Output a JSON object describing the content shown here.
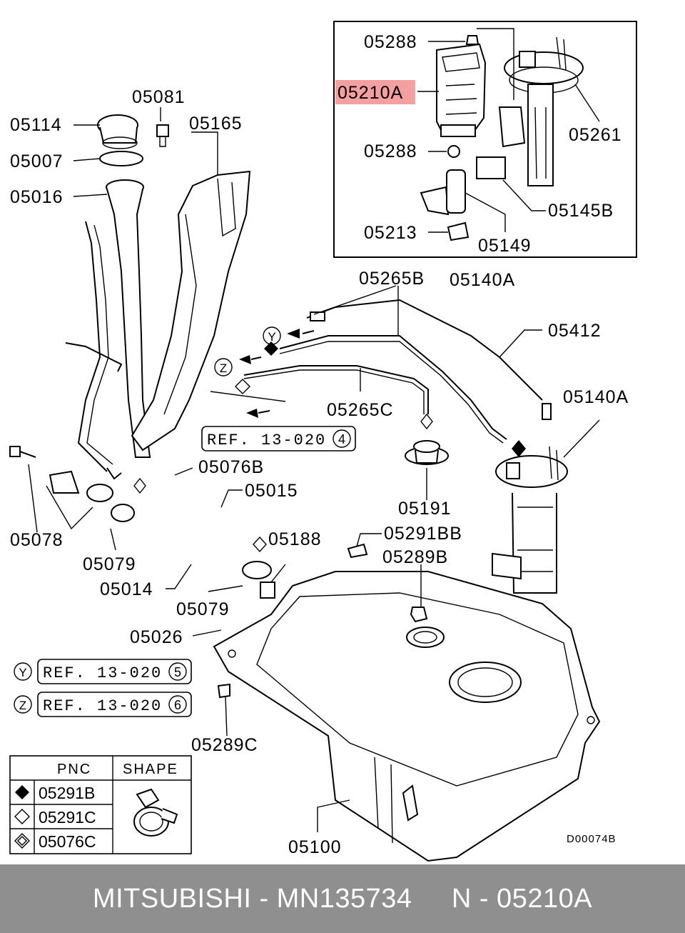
{
  "footer": {
    "caption": "MITSUBISHI - MN135734     N - 05210A"
  },
  "diagram": {
    "highlight_color": "#f4a0a0",
    "labels": {
      "l05288a": "05288",
      "l05210a": "05210A",
      "l05261": "05261",
      "l05288b": "05288",
      "l05145b": "05145B",
      "l05213": "05213",
      "l05149": "05149",
      "l05140a_box": "05140A",
      "l05081": "05081",
      "l05114": "05114",
      "l05165": "05165",
      "l05007": "05007",
      "l05016": "05016",
      "l05265b": "05265B",
      "l05412": "05412",
      "l05140a": "05140A",
      "l05265c": "05265C",
      "l05076b": "05076B",
      "l05015": "05015",
      "l05191": "05191",
      "l05078": "05078",
      "l05188": "05188",
      "l05291bb": "05291BB",
      "l05079a": "05079",
      "l05289b": "05289B",
      "l05014": "05014",
      "l05079b": "05079",
      "l05026": "05026",
      "l05289c": "05289C",
      "l05100": "05100",
      "code": "D00074B"
    },
    "refs": {
      "r4": {
        "text": "REF. 13-020",
        "num": "4"
      },
      "r5": {
        "text": "REF. 13-020",
        "num": "5"
      },
      "r6": {
        "text": "REF. 13-020",
        "num": "6"
      },
      "y": "Y",
      "z": "Z"
    },
    "legend": {
      "col_pnc": "PNC",
      "col_shape": "SHAPE",
      "rows": [
        {
          "symbol": "filled-diamond",
          "pnc": "05291B"
        },
        {
          "symbol": "open-diamond",
          "pnc": "05291C"
        },
        {
          "symbol": "double-diamond",
          "pnc": "05076C"
        }
      ]
    }
  }
}
